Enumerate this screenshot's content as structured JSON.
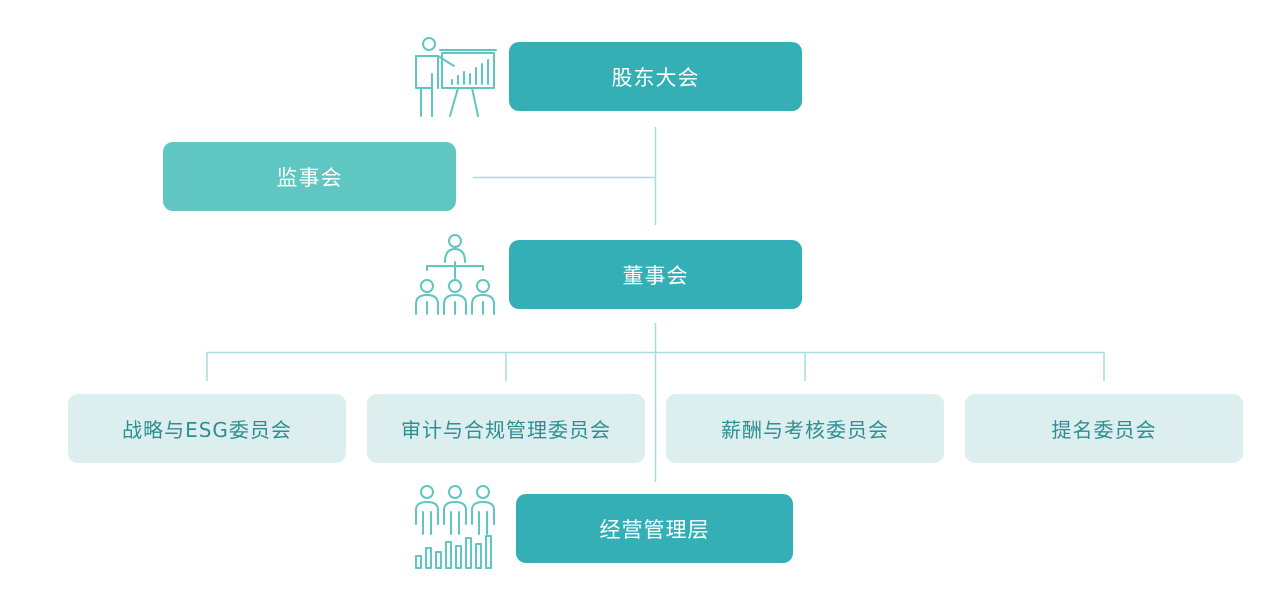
{
  "nodes": {
    "general_meeting": "股东大会",
    "supervisory_board": "监事会",
    "board_of_directors": "董事会",
    "committees": [
      "战略与ESG委员会",
      "审计与合规管理委员会",
      "薪酬与考核委员会",
      "提名委员会"
    ],
    "management": "经营管理层"
  },
  "colors": {
    "primary": "#34afb6",
    "secondary": "#5fc6c2",
    "light": "#dcefee",
    "light_text": "#2f8e93",
    "line": "#a9dcdd",
    "icon": "#5fc6c2"
  },
  "icons": {
    "general_meeting": "presentation-icon",
    "board_of_directors": "org-hierarchy-icon",
    "management": "team-chart-icon"
  }
}
